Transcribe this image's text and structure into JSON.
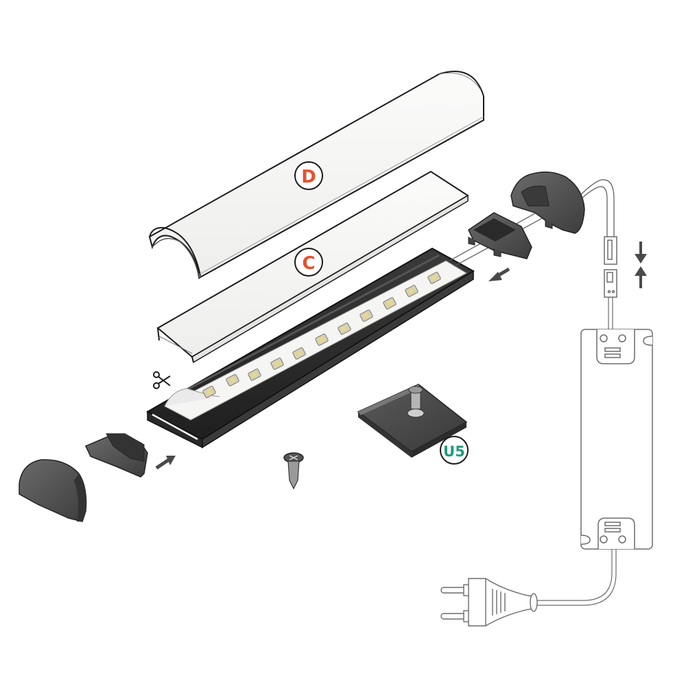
{
  "diagram": {
    "type": "exploded-assembly",
    "background": "#ffffff",
    "colors": {
      "label_orange": "#e8502a",
      "label_teal": "#1e9a80",
      "outline": "#1a1a1a",
      "profile_dark": "#2e2e2e",
      "cap_gray": "#555555",
      "diffuser_white": "#f7f7f5",
      "line_drawing": "#6b6b6b",
      "arrow_gray": "#4a4a4a"
    },
    "labels": {
      "diffuser_round": "D",
      "diffuser_flat": "C",
      "mounting_clip": "U5"
    },
    "parts": [
      {
        "id": "round-diffuser",
        "label": "D",
        "description": "semi-circular diffuser cover"
      },
      {
        "id": "flat-diffuser",
        "label": "C",
        "description": "flat diffuser cover"
      },
      {
        "id": "aluminum-profile",
        "description": "dark aluminum profile channel"
      },
      {
        "id": "led-strip",
        "description": "LED strip with 11 SMD LEDs",
        "led_count": 11
      },
      {
        "id": "scissors",
        "description": "cut mark on LED strip"
      },
      {
        "id": "end-cap-with-hole",
        "description": "end cap with cable pass-through (right)"
      },
      {
        "id": "end-plug-right",
        "description": "inner end plug (right)"
      },
      {
        "id": "end-cap-left",
        "description": "solid end cap (left)"
      },
      {
        "id": "end-plug-left",
        "description": "inner end plug (left)"
      },
      {
        "id": "mounting-clip",
        "label": "U5",
        "description": "mounting clip with screw"
      },
      {
        "id": "screw",
        "description": "countersunk screw"
      },
      {
        "id": "connector",
        "description": "two-part cable connector"
      },
      {
        "id": "power-supply",
        "description": "LED driver / power supply unit"
      },
      {
        "id": "mains-plug",
        "description": "two-pin euro plug"
      }
    ],
    "arrows": [
      {
        "id": "arrow-right-plug",
        "direction": "down-left"
      },
      {
        "id": "arrow-left-plug",
        "direction": "up-right"
      },
      {
        "id": "arrow-connector-join",
        "direction": "converging-vertical"
      }
    ]
  }
}
